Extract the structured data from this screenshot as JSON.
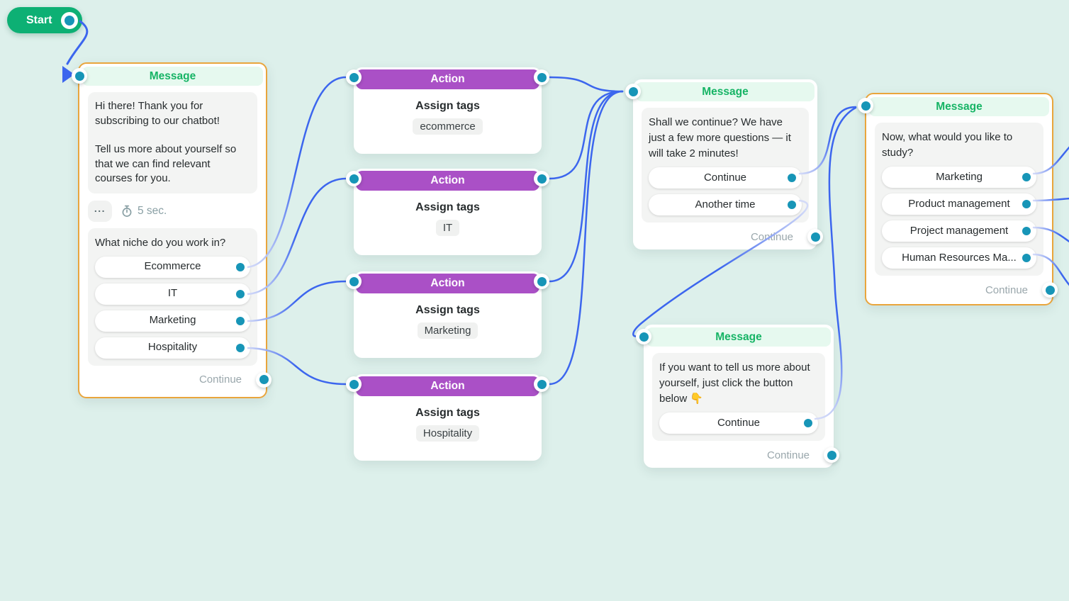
{
  "colors": {
    "canvas_background": "#ddf0eb",
    "wire_blue": "#3c66ee",
    "wire_light": "#d3daf8",
    "port_teal": "#1795b7",
    "selected_border_orange": "#e9a53c",
    "message_header_green": "#16b465",
    "action_header_purple": "#aa50c6",
    "start_green": "#0db074"
  },
  "start": {
    "label": "Start"
  },
  "nodes": {
    "welcome": {
      "title": "Message",
      "text1": "Hi there! Thank you for subscribing to our chatbot!",
      "text2": "Tell us more about yourself so that we can find relevant courses for you.",
      "more_label": "...",
      "delay": "5 sec.",
      "question": "What niche do you work in?",
      "buttons": [
        "Ecommerce",
        "IT",
        "Marketing",
        "Hospitality"
      ],
      "footer": "Continue"
    },
    "actions": [
      {
        "title": "Action",
        "heading": "Assign tags",
        "tag": "ecommerce"
      },
      {
        "title": "Action",
        "heading": "Assign tags",
        "tag": "IT"
      },
      {
        "title": "Action",
        "heading": "Assign tags",
        "tag": "Marketing"
      },
      {
        "title": "Action",
        "heading": "Assign tags",
        "tag": "Hospitality"
      }
    ],
    "continue_prompt": {
      "title": "Message",
      "text": "Shall we continue? We have just a few more questions — it will take 2 minutes!",
      "buttons": [
        "Continue",
        "Another time"
      ],
      "footer": "Continue"
    },
    "study_choice": {
      "title": "Message",
      "text": "Now, what would you like to study?",
      "buttons": [
        "Marketing",
        "Product management",
        "Project management",
        "Human Resources Ma..."
      ],
      "footer": "Continue"
    },
    "tell_more": {
      "title": "Message",
      "text": "If you want to tell us more about yourself, just click the button below 👇",
      "buttons": [
        "Continue"
      ],
      "footer": "Continue"
    }
  }
}
